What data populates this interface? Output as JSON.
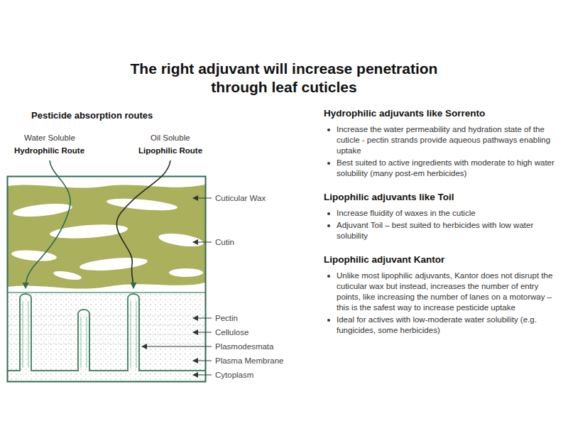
{
  "diagram": {
    "title": "The right adjuvant will increase penetration through leaf cuticles",
    "labels": [
      "Pesticide absorption routes",
      "Water Soluble",
      "Hydrophilic Route",
      "Oil Soluble",
      "Lipophilic Route",
      "Cuticular Wax",
      "Cutin",
      "Pectin",
      "Cellulose",
      "Plasmodesmata",
      "Plasma Membrane",
      "Cytoplasm",
      "Hydrophilic adjuvants like Sorrento",
      "Increase the water permeability and hydration state of the cuticle - pectin strands provide aqueous pathways enabling uptake",
      "Best suited to active ingredients with moderate to high water solubility (many post-em herbicides)",
      "Lipophilic adjuvants like Toil",
      "Increase fluidity of waxes in the cuticle",
      "Adjuvant Toil – best suited to herbicides with low water solubility",
      "Lipophilic adjuvant Kantor",
      "Unlike most lipophilic adjuvants, Kantor does not disrupt the cuticular wax but instead, increases the number of entry points, like increasing the number of lanes on a motorway – this is the safest way to increase pesticide uptake",
      "Ideal for actives with low-moderate water solubility (e.g. fungicides, some herbicides)"
    ]
  }
}
